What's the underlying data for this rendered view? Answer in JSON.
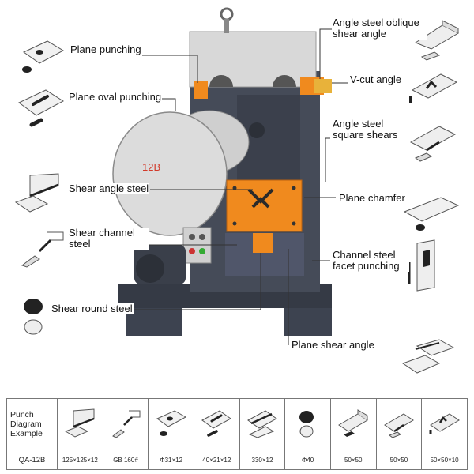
{
  "machine": {
    "badge": "12B"
  },
  "callouts": {
    "plane_punching": "Plane punching",
    "plane_oval_punching": "Plane oval punching",
    "shear_angle_steel": "Shear angle steel",
    "shear_channel_steel": "Shear channel steel",
    "shear_round_steel": "Shear round steel",
    "angle_steel_oblique": "Angle steel oblique shear angle",
    "v_cut_angle": "V-cut angle",
    "angle_steel_square": "Angle steel square shears",
    "plane_chamfer": "Plane chamfer",
    "channel_steel_facet": "Channel steel facet punching",
    "plane_shear_angle": "Plane shear angle"
  },
  "table": {
    "header_label": "Punch Diagram Example",
    "model": "QA-12B",
    "specs": [
      "125×125×12",
      "GB 160#",
      "Φ31×12",
      "40×21×12",
      "330×12",
      "Φ40",
      "50×50",
      "50×50",
      "50×50×10"
    ]
  },
  "colors": {
    "machine_body": "#3d4350",
    "guard": "#d8d8d8",
    "orange_plate": "#f08a1e",
    "badge_red": "#d23a2a"
  }
}
